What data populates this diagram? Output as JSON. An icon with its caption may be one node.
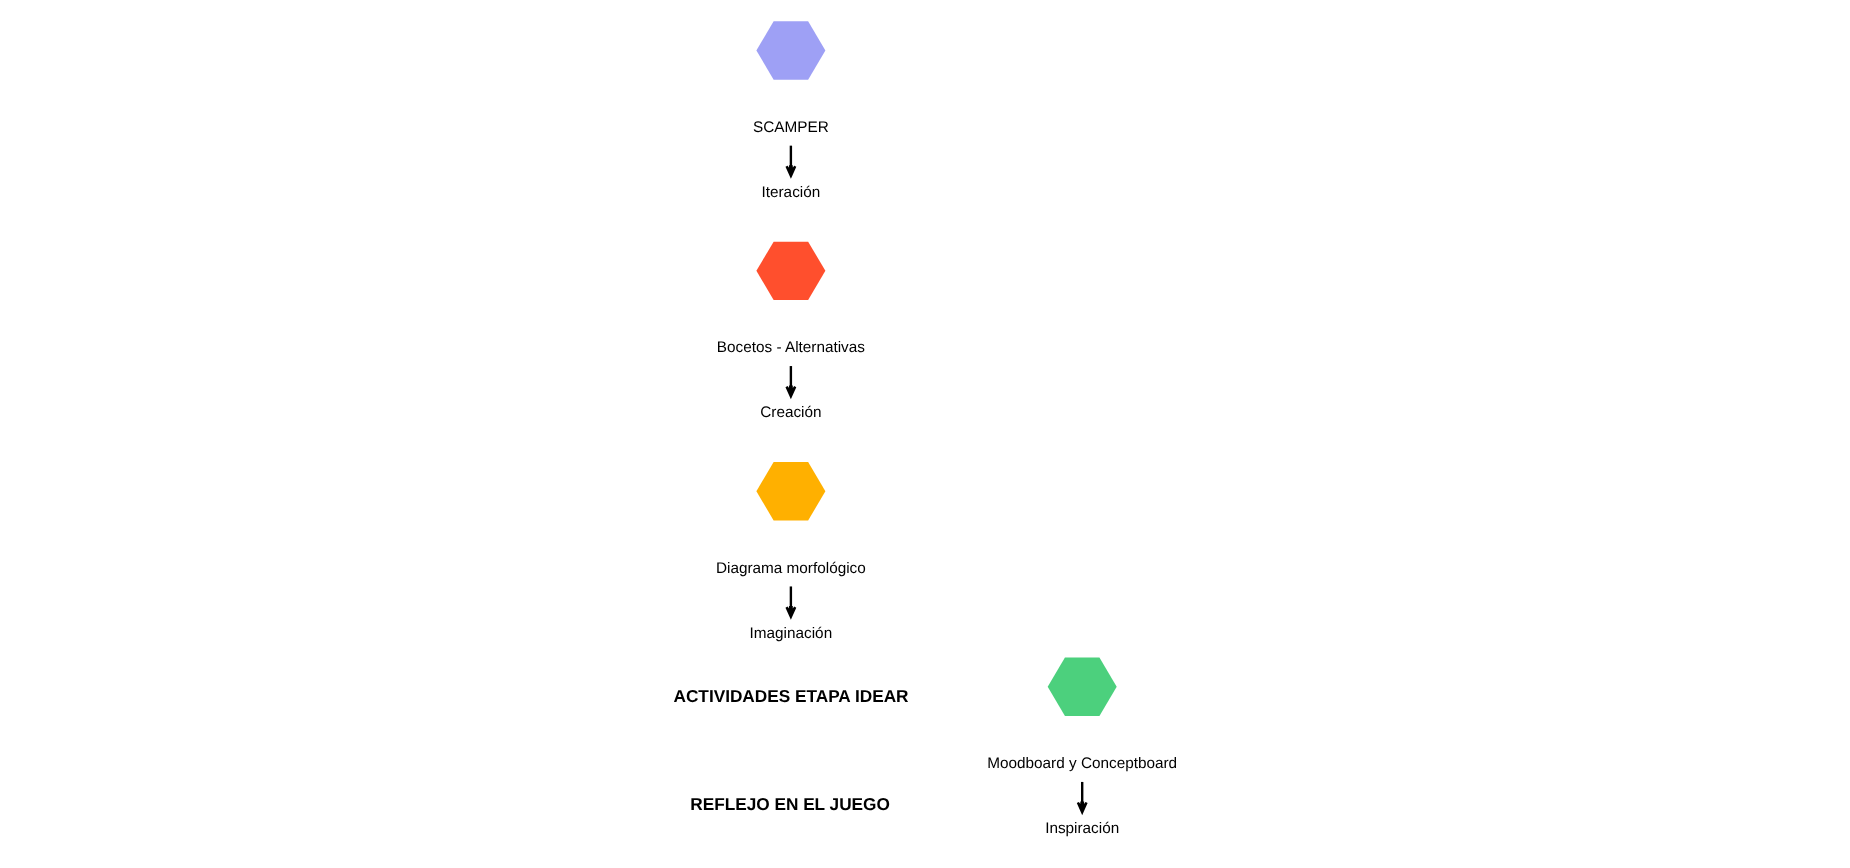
{
  "diagram": {
    "nodes": [
      {
        "text": [],
        "shape": "hexagon"
      },
      {
        "text": [
          "Moodboard y Conceptboard"
        ]
      },
      {
        "text": [
          "Inspiración"
        ]
      },
      {
        "text": [],
        "shape": "hexagon"
      },
      {
        "text": [
          "Diagrama morfológico"
        ]
      },
      {
        "text": [
          "Imaginación"
        ]
      },
      {
        "text": [],
        "shape": "hexagon"
      },
      {
        "text": [
          "Bocetos - Alternativas"
        ]
      },
      {
        "text": [
          "Creación"
        ]
      },
      {
        "text": [],
        "shape": "hexagon"
      },
      {
        "text": [
          "SCAMPER"
        ]
      },
      {
        "text": [
          "Iteración"
        ]
      }
    ],
    "edges": [
      {
        "from": 1,
        "to": 2,
        "arrow": "to"
      },
      {
        "from": 4,
        "to": 5,
        "arrow": "to"
      },
      {
        "from": 7,
        "to": 8,
        "arrow": "to"
      },
      {
        "from": 10,
        "to": 11,
        "arrow": "to"
      }
    ],
    "labels": [
      "ACTIVIDADES ETAPA IDEAR",
      "REFLEJO EN EL JUEGO"
    ]
  }
}
